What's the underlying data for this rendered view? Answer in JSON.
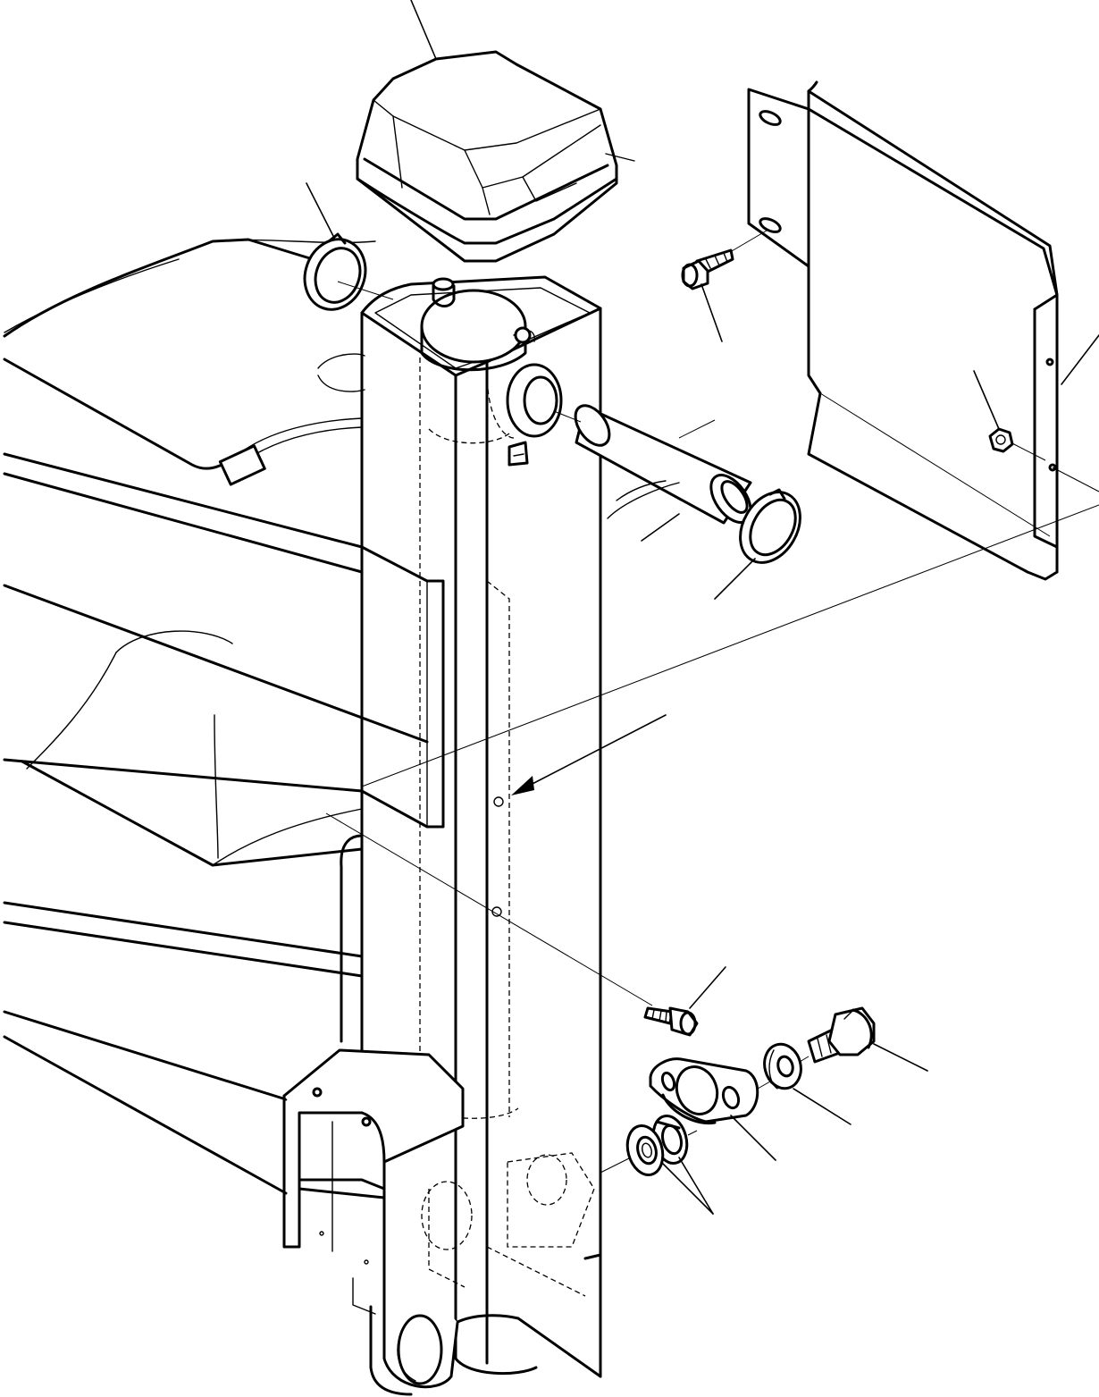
{
  "figure": {
    "kind": "exploded-parts-drawing",
    "line_color": "#000000",
    "background": "#ffffff"
  },
  "parts": [
    {
      "id": "cap",
      "icon": "cover-cap-icon"
    },
    {
      "id": "snap-ring-left",
      "icon": "snap-ring-icon"
    },
    {
      "id": "upright-post",
      "icon": "post-icon"
    },
    {
      "id": "side-plate",
      "icon": "plate-icon"
    },
    {
      "id": "bolt-top",
      "icon": "bolt-icon"
    },
    {
      "id": "nut",
      "icon": "nut-icon"
    },
    {
      "id": "pin",
      "icon": "pin-icon"
    },
    {
      "id": "snap-ring-right",
      "icon": "snap-ring-icon"
    },
    {
      "id": "bolt-middle",
      "icon": "bolt-icon"
    },
    {
      "id": "bolt-large",
      "icon": "bolt-icon"
    },
    {
      "id": "washer",
      "icon": "washer-icon"
    },
    {
      "id": "flange",
      "icon": "flange-icon"
    },
    {
      "id": "bushing-pair",
      "icon": "bushing-icon"
    }
  ]
}
